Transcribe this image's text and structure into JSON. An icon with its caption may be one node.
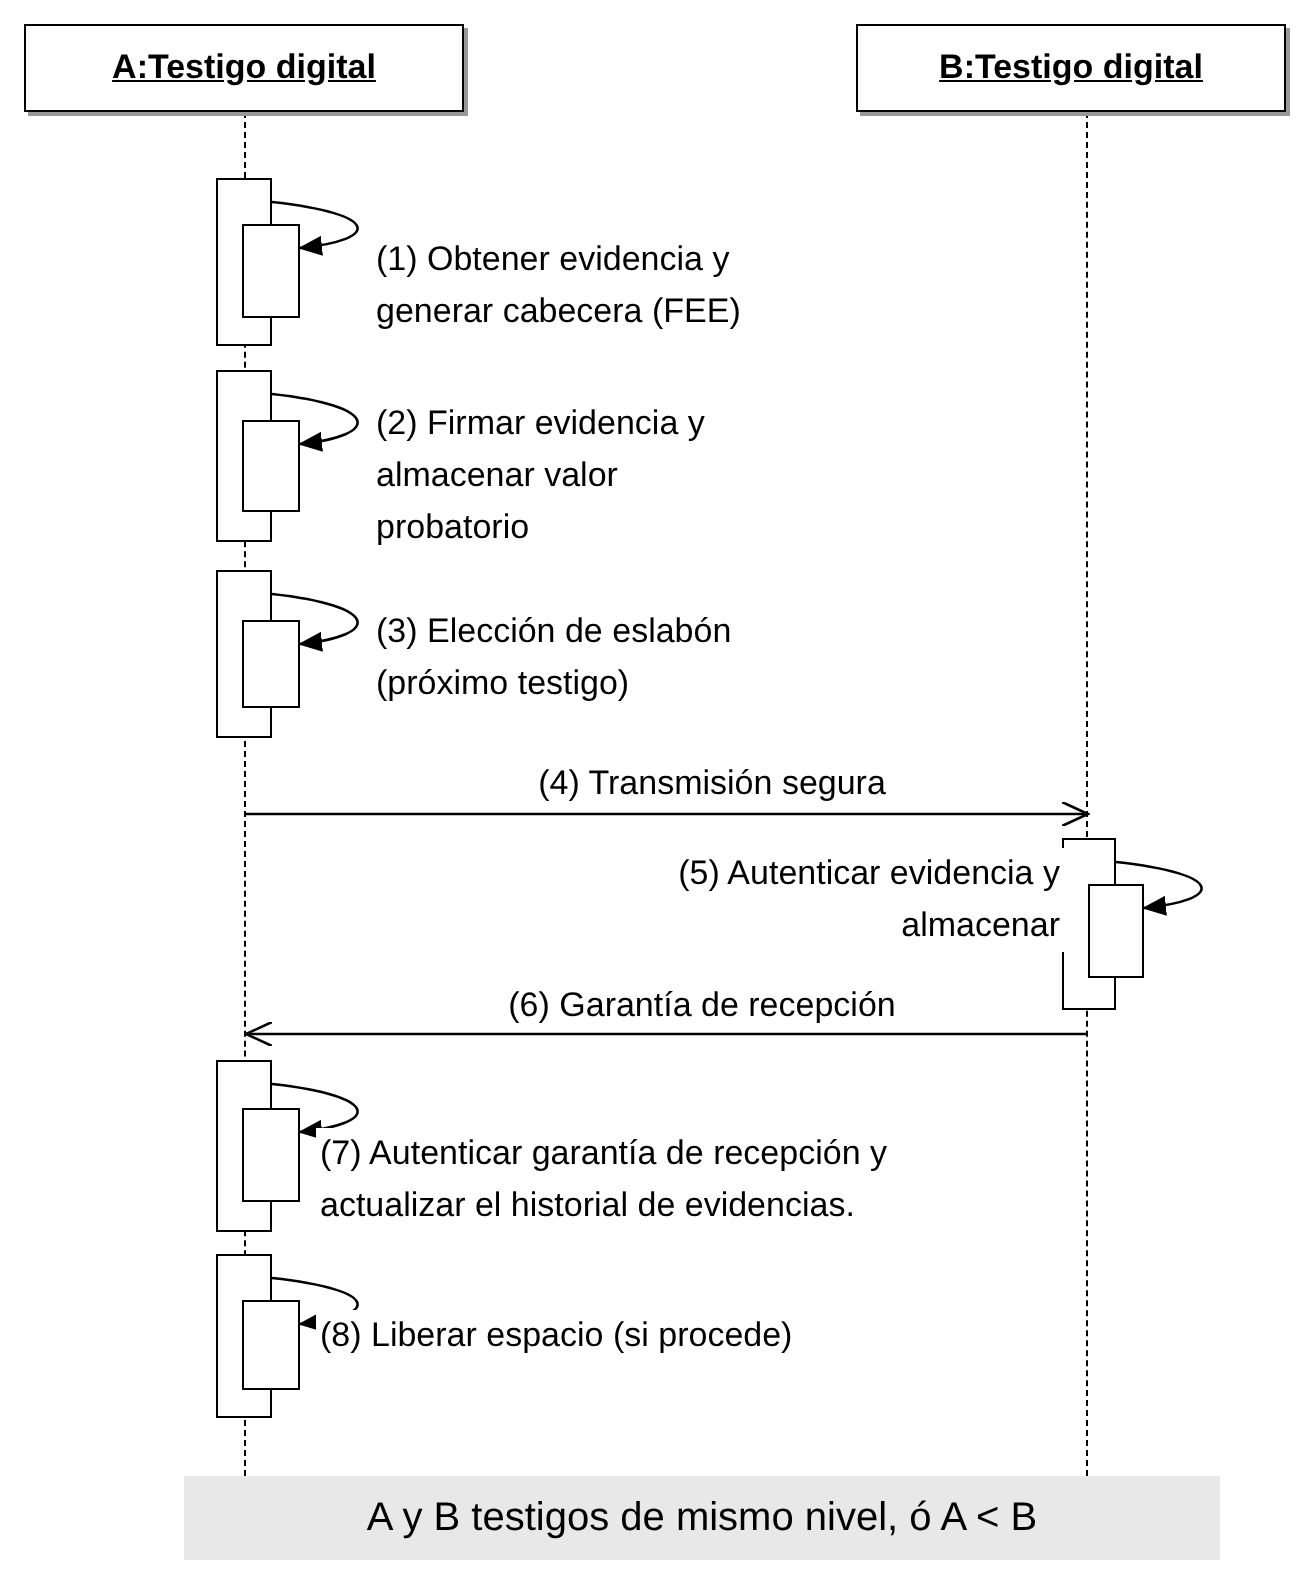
{
  "diagram": {
    "nodes": [
      {
        "text": [
          "A:Testigo digital"
        ]
      },
      {
        "text": [
          "B:Testigo digital"
        ]
      },
      {
        "text": [],
        "shape": "line"
      },
      {
        "text": [],
        "shape": "line"
      },
      {
        "text": [],
        "shape": "bar"
      },
      {
        "text": [],
        "shape": "bar"
      },
      {
        "text": [],
        "shape": "bar"
      },
      {
        "text": [],
        "shape": "bar"
      },
      {
        "text": [],
        "shape": "bar"
      },
      {
        "text": [],
        "shape": "bar"
      },
      {
        "text": [],
        "shape": "bar"
      },
      {
        "text": [],
        "shape": "bar"
      },
      {
        "text": [],
        "shape": "bar"
      },
      {
        "text": [],
        "shape": "bar"
      },
      {
        "text": [],
        "shape": "bar"
      },
      {
        "text": [],
        "shape": "bar"
      },
      {
        "text": [
          "A y B testigos de mismo nivel, ó A < B"
        ]
      }
    ],
    "edges": [
      {
        "from": 4,
        "to": 5,
        "arrow": "to",
        "label": "(1) Obtener evidencia y generar cabecera (FEE)"
      },
      {
        "from": 6,
        "to": 7,
        "arrow": "to",
        "label": "(2) Firmar evidencia y almacenar valor probatorio"
      },
      {
        "from": 8,
        "to": 9,
        "arrow": "to",
        "label": "(3) Elección de eslabón (próximo testigo)"
      },
      {
        "from": 2,
        "to": 3,
        "arrow": "to",
        "label": "(4) Transmisión segura"
      },
      {
        "from": 10,
        "to": 11,
        "arrow": "to",
        "label": "(5) Autenticar evidencia y almacenar"
      },
      {
        "from": 3,
        "to": 2,
        "arrow": "to",
        "label": "(6) Garantía de recepción"
      },
      {
        "from": 12,
        "to": 13,
        "arrow": "to",
        "label": "(7) Autenticar garantía de recepción y actualizar el historial de evidencias."
      },
      {
        "from": 14,
        "to": 15,
        "arrow": "to",
        "label": "(8) Liberar espacio (si procede)"
      }
    ]
  }
}
